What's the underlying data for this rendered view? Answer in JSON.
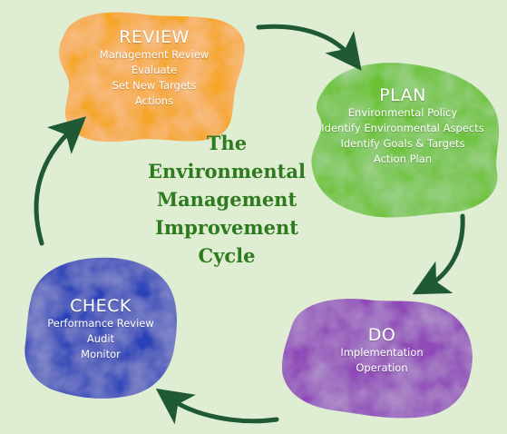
{
  "colors": {
    "background": "#dfeed3",
    "review": "#f6a625",
    "plan": "#6cc235",
    "do": "#8f48b8",
    "check": "#2c43b8",
    "arrow": "#1f5a35",
    "title": "#2e7a1f"
  },
  "title_lines": [
    "The",
    "Environmental",
    "Management",
    "Improvement",
    "Cycle"
  ],
  "stages": {
    "review": {
      "title": "REVIEW",
      "items": [
        "Management Review",
        "Evaluate",
        "Set New Targets",
        "Actions"
      ]
    },
    "plan": {
      "title": "PLAN",
      "items": [
        "Environmental Policy",
        "Identify Environmental Aspects",
        "Identify Goals & Targets",
        "Action Plan"
      ]
    },
    "do": {
      "title": "DO",
      "items": [
        "Implementation",
        "Operation"
      ]
    },
    "check": {
      "title": "CHECK",
      "items": [
        "Performance Review",
        "Audit",
        "Monitor"
      ]
    }
  }
}
